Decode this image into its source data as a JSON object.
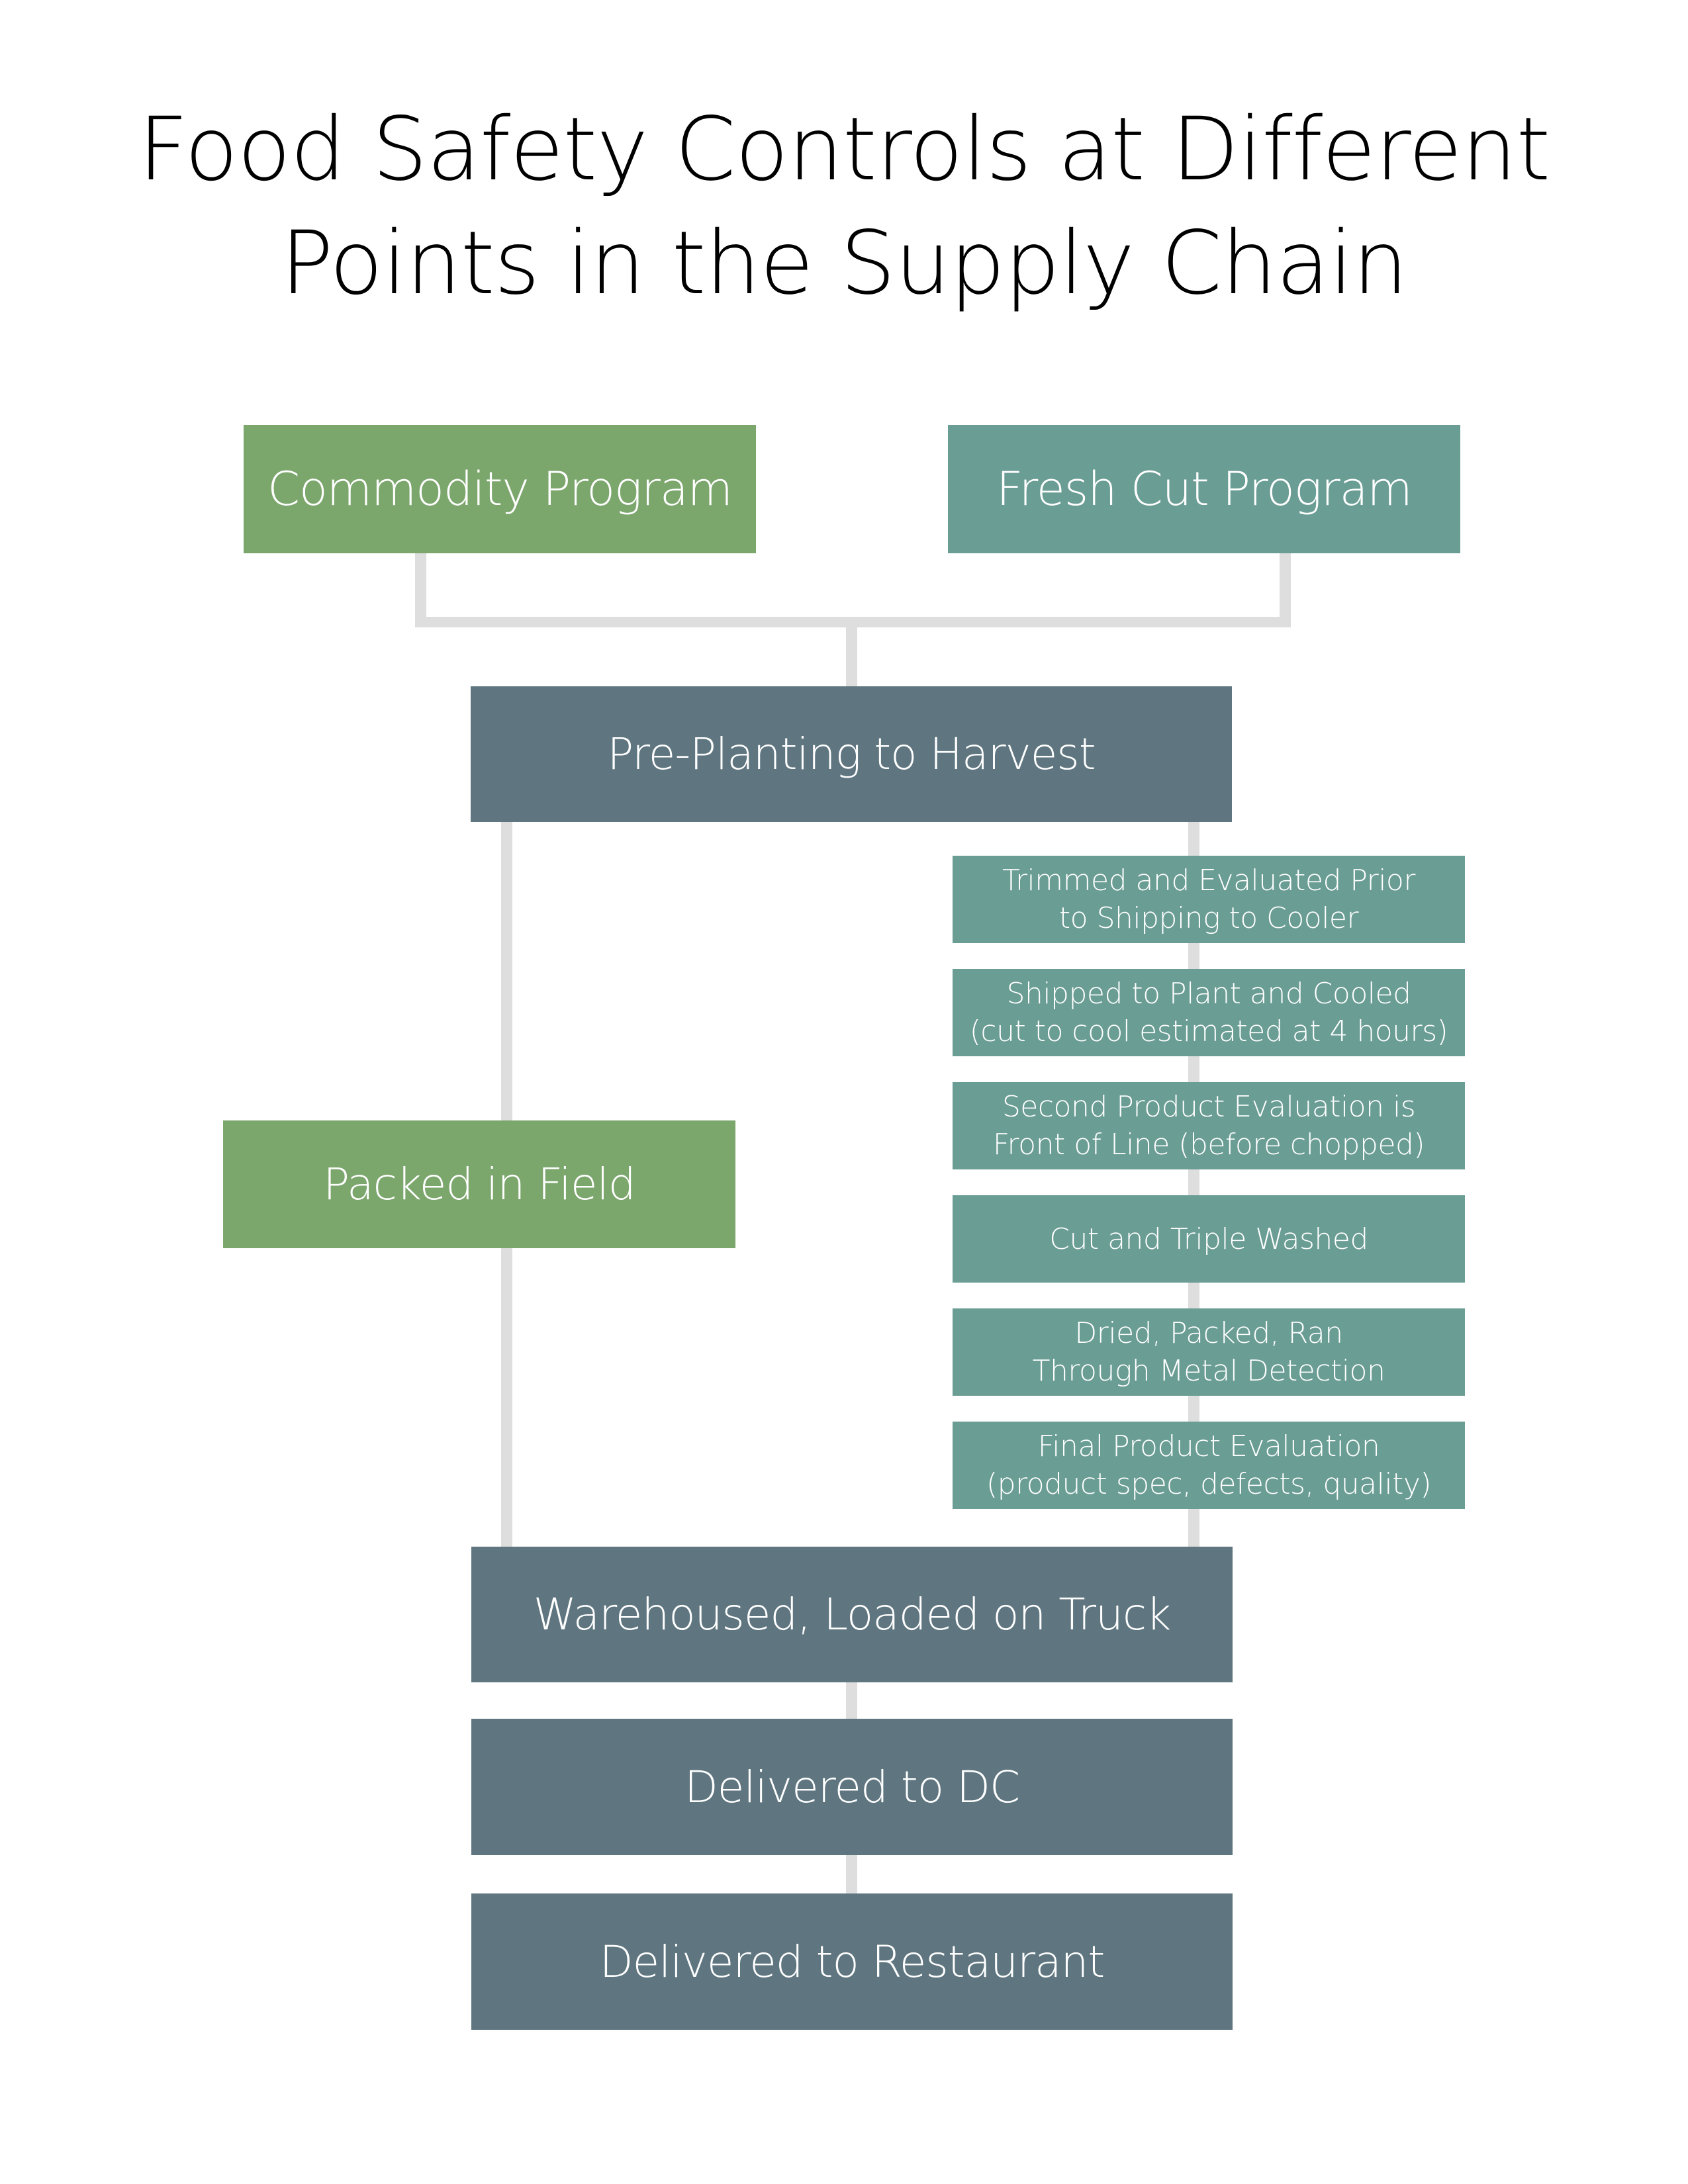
{
  "title": {
    "line1": "Food Safety Controls at Different",
    "line2": "Points in the Supply Chain"
  },
  "colors": {
    "commodity_green": "#7BA66C",
    "fresh_cut_teal": "#6A9D94",
    "shared_slate": "#5F7680",
    "connector_gray": "#DEDEDE",
    "text": "#FFFFFF",
    "title_text": "#000000"
  },
  "programs": {
    "commodity": "Commodity Program",
    "fresh_cut": "Fresh Cut Program"
  },
  "shared_steps": {
    "pre_planting": "Pre-Planting to Harvest",
    "warehoused": "Warehoused, Loaded on Truck",
    "delivered_dc": "Delivered to DC",
    "delivered_restaurant": "Delivered to Restaurant"
  },
  "commodity_steps": {
    "packed_in_field": "Packed in Field"
  },
  "fresh_cut_steps": [
    {
      "line1": "Trimmed and Evaluated Prior",
      "line2": "to Shipping to Cooler"
    },
    {
      "line1": "Shipped to Plant and Cooled",
      "line2": "(cut to cool estimated at 4 hours)"
    },
    {
      "line1": "Second Product Evaluation is",
      "line2": "Front of Line (before chopped)"
    },
    {
      "line1": "Cut and Triple Washed",
      "line2": ""
    },
    {
      "line1": "Dried, Packed, Ran",
      "line2": "Through Metal Detection"
    },
    {
      "line1": "Final Product Evaluation",
      "line2": "(product spec, defects, quality)"
    }
  ]
}
